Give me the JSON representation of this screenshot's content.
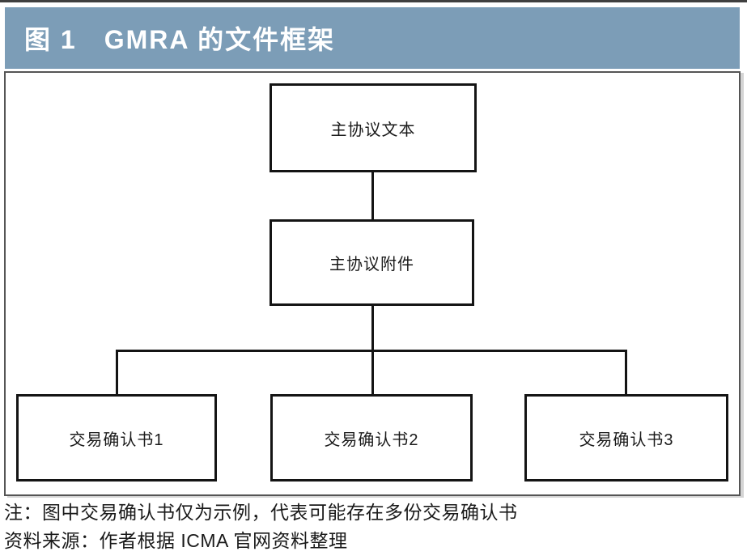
{
  "header": {
    "title": "图 1　GMRA 的文件框架"
  },
  "diagram": {
    "nodes": {
      "root": "主协议文本",
      "annex": "主协议附件",
      "confirmations": [
        "交易确认书1",
        "交易确认书2",
        "交易确认书3"
      ]
    }
  },
  "notes": {
    "note": "注：图中交易确认书仅为示例，代表可能存在多份交易确认书",
    "source": "资料来源：作者根据 ICMA 官网资料整理"
  },
  "colors": {
    "header_bg": "#7c9db7",
    "header_text": "#ffffff",
    "line_color": "#141414",
    "canvas_border": "#555555",
    "text_color": "#1a1a1a",
    "top_rule": "#3f3f3f"
  }
}
